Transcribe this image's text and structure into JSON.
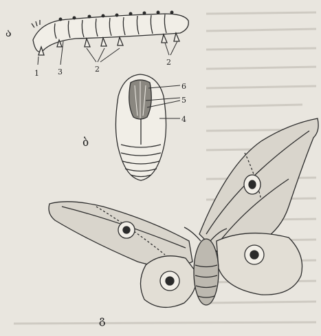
{
  "figure": {
    "panel_labels": {
      "a": "ა",
      "b": "ბ",
      "c": "გ"
    },
    "part_labels": {
      "larva_1": "1",
      "larva_2a": "2",
      "larva_2b": "2",
      "larva_3": "3",
      "pupa_4": "4",
      "pupa_5": "5",
      "pupa_6": "6"
    }
  },
  "colors": {
    "paper": "#e9e6df",
    "ink": "#2b2b2b",
    "faded_text": "#a9a59d"
  },
  "background_text_note": ""
}
